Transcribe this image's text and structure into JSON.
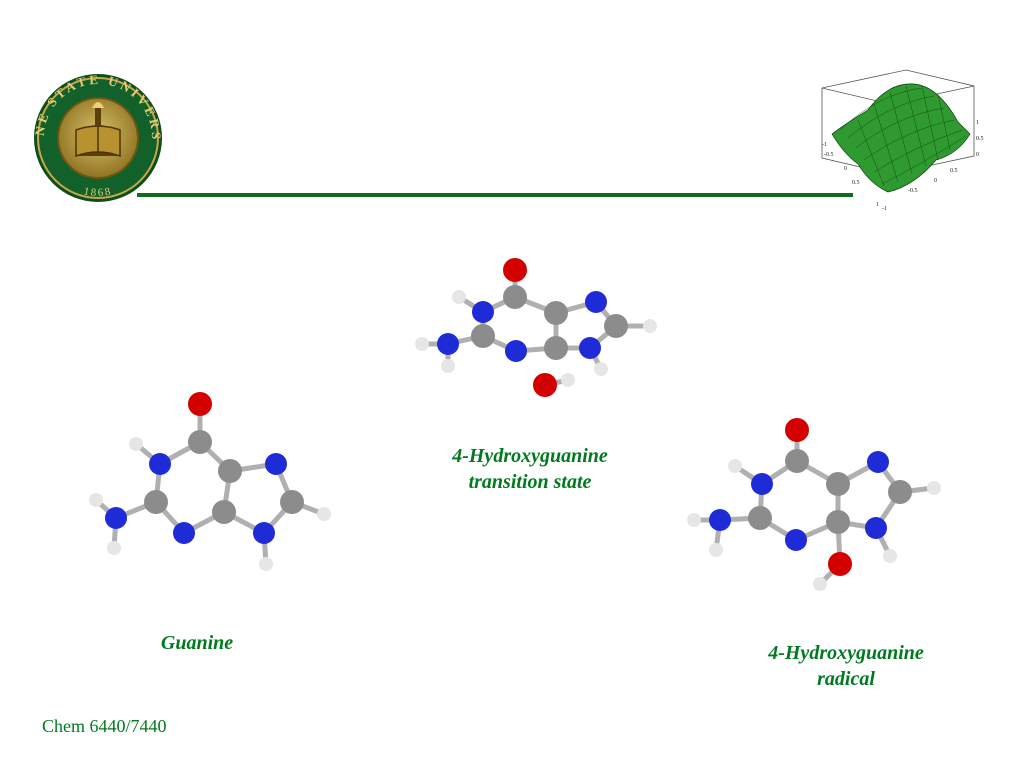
{
  "header": {
    "seal": {
      "top_text": "WAYNE STATE UNIVERSITY",
      "bottom_text": "1868"
    },
    "rule_color": "#0a6e1a"
  },
  "molecules": {
    "transition_state": {
      "caption_line1": "4-Hydroxyguanine",
      "caption_line2": "transition state"
    },
    "guanine": {
      "caption": "Guanine"
    },
    "radical": {
      "caption_line1": "4-Hydroxyguanine",
      "caption_line2": "radical"
    }
  },
  "surface_plot": {
    "ticks_left": [
      "-1",
      "-0.5",
      "0",
      "0.5",
      "1"
    ],
    "ticks_right": [
      "0.5",
      "0",
      "-0.5",
      "-1"
    ],
    "ticks_z": [
      "1",
      "0.5",
      "0"
    ]
  },
  "footer": {
    "course": "Chem 6440/7440"
  },
  "colors": {
    "accent_green": "#007a1e",
    "carbon": "#8c8c8c",
    "nitrogen": "#1f2bd6",
    "oxygen": "#d40000",
    "hydrogen": "#e6e6e6"
  }
}
